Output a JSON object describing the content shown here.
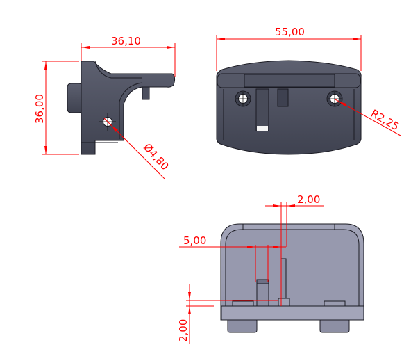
{
  "views": {
    "side": {
      "width_dim": "36,10",
      "height_dim": "36,00",
      "hole_dim": "Ø4,80"
    },
    "top": {
      "width_dim": "55,00",
      "radius_dim": "R2,25"
    },
    "bottom": {
      "gap_dim": "2,00",
      "offset_dim": "5,00",
      "thickness_dim": "2,00"
    }
  },
  "colors": {
    "dimension": "#ff0000",
    "part_dark": "#4b4e5d",
    "part_light": "#9c9eb2"
  }
}
